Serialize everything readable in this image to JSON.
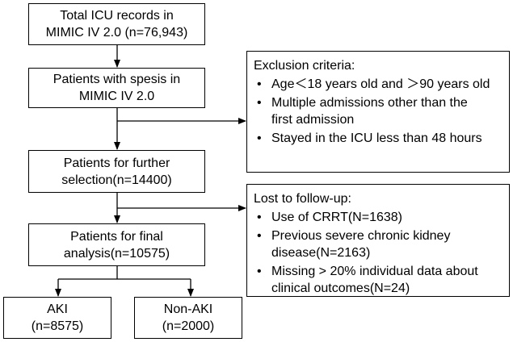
{
  "boxes": {
    "total": {
      "lines": [
        "Total ICU records in",
        "MIMIC IV 2.0 (n=76,943)"
      ]
    },
    "sepsis": {
      "lines": [
        "Patients with spesis in",
        "MIMIC IV 2.0"
      ]
    },
    "further": {
      "lines": [
        "Patients for further",
        "selection(n=14400)"
      ]
    },
    "final": {
      "lines": [
        "Patients for final",
        "analysis(n=10575)"
      ]
    },
    "aki": {
      "lines": [
        "AKI",
        "(n=8575)"
      ]
    },
    "nonaki": {
      "lines": [
        "Non-AKI",
        "(n=2000)"
      ]
    }
  },
  "exclusion": {
    "title": "Exclusion criteria:",
    "items": [
      {
        "lines": [
          "Age＜18 years old and ＞90 years old"
        ]
      },
      {
        "lines": [
          "Multiple admissions other than the",
          "first admission"
        ]
      },
      {
        "lines": [
          "Stayed in the ICU less than 48 hours"
        ]
      }
    ]
  },
  "followup": {
    "title": "Lost to follow-up:",
    "items": [
      {
        "lines": [
          "Use of CRRT(N=1638)"
        ]
      },
      {
        "lines": [
          "Previous severe chronic kidney",
          "disease(N=2163)"
        ]
      },
      {
        "lines": [
          "Missing > 20% individual data about",
          "clinical outcomes(N=24)"
        ]
      }
    ]
  },
  "colors": {
    "stroke": "#000000",
    "fill": "#ffffff"
  }
}
